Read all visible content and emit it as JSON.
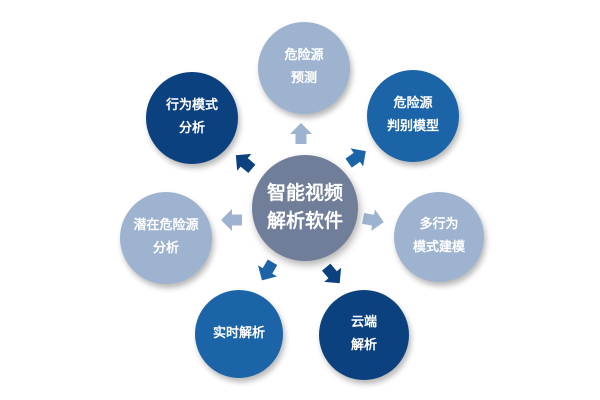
{
  "colors": {
    "light": "#9db3cf",
    "medium": "#1b64a8",
    "dark": "#0c4180",
    "center": "#717e99",
    "arrow_light": "#9db3cf",
    "arrow_medium": "#1b64a8"
  },
  "center": {
    "lines": [
      "智能视频",
      "解析软件"
    ],
    "tone": "center"
  },
  "nodes": [
    {
      "id": "hazard-prediction",
      "lines": [
        "危险源",
        "预测"
      ],
      "tone": "light"
    },
    {
      "id": "hazard-identification-model",
      "lines": [
        "危险源",
        "判别模型"
      ],
      "tone": "medium"
    },
    {
      "id": "multi-behavior-modeling",
      "lines": [
        "多行为",
        "模式建模"
      ],
      "tone": "light"
    },
    {
      "id": "cloud-analysis",
      "lines": [
        "云端",
        "解析"
      ],
      "tone": "dark"
    },
    {
      "id": "realtime-analysis",
      "lines": [
        "实时解析"
      ],
      "tone": "medium"
    },
    {
      "id": "potential-hazard-analysis",
      "lines": [
        "潜在危险源",
        "分析"
      ],
      "tone": "light"
    },
    {
      "id": "behavior-pattern-analysis",
      "lines": [
        "行为模式",
        "分析"
      ],
      "tone": "dark"
    }
  ],
  "arrow_tones": [
    "light",
    "medium",
    "light",
    "dark",
    "medium",
    "light",
    "dark"
  ]
}
